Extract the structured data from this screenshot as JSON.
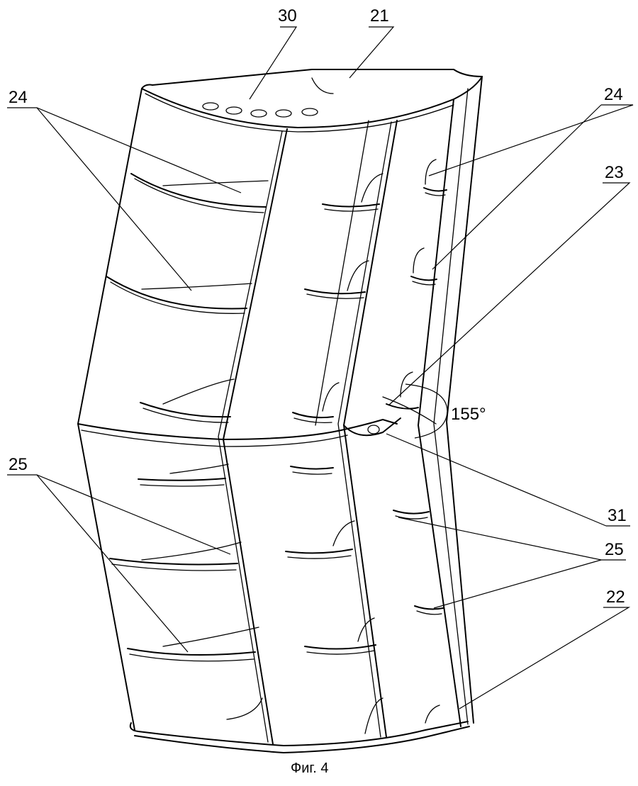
{
  "labels": {
    "l30": "30",
    "l21": "21",
    "l24_left": "24",
    "l24_right": "24",
    "l23": "23",
    "l25_left": "25",
    "l25_right": "25",
    "l31": "31",
    "l22": "22"
  },
  "angle": "155°",
  "caption": "Фиг. 4"
}
